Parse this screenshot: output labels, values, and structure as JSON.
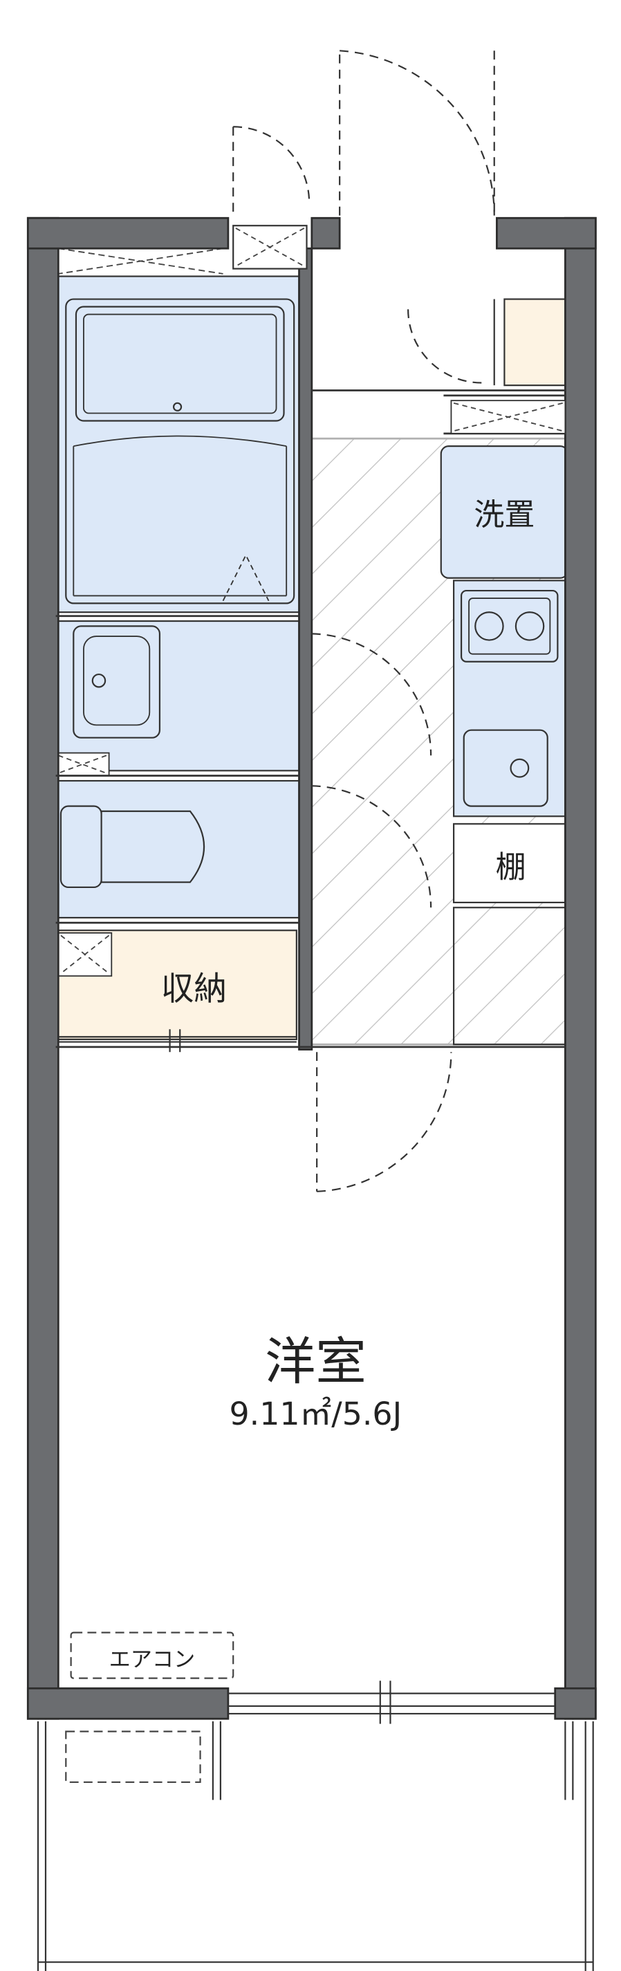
{
  "colors": {
    "wall": "#6b6d70",
    "wall_outline": "#2c2c2c",
    "wet_area": "#dce8f8",
    "storage": "#fdf3e3",
    "line": "#333333",
    "hatch": "#bdbdbd"
  },
  "labels": {
    "washer": "洗置",
    "shelf": "棚",
    "closet": "収納",
    "room_name": "洋室",
    "room_area": "9.11㎡/5.6J",
    "aircon": "エアコン"
  }
}
